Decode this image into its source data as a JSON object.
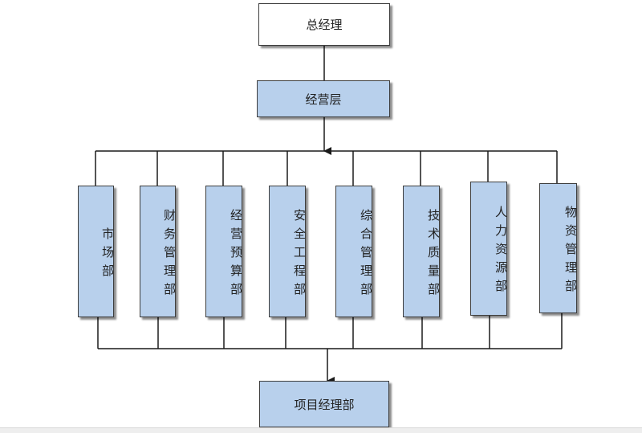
{
  "colors": {
    "top_box_fill": "#ffffff",
    "box_fill": "#b8d0ec",
    "line": "#1a1a1a"
  },
  "nodes": {
    "general_manager": "总经理",
    "management_layer": "经营层",
    "project_department": "项目经理部"
  },
  "departments": [
    "市场部",
    "财务管理部",
    "经营预算部",
    "安全工程部",
    "综合管理部",
    "技术质量部",
    "人力资源部",
    "物资管理部"
  ]
}
